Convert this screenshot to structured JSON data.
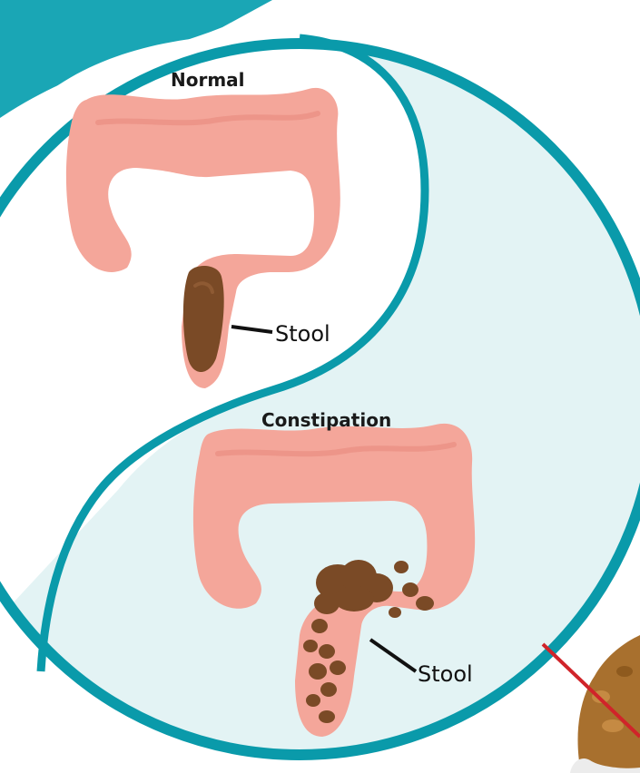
{
  "panels": {
    "normal": {
      "title": "Normal",
      "stool_label": "Stool"
    },
    "constipation": {
      "title": "Constipation",
      "stool_label": "Stool"
    }
  },
  "colors": {
    "frame_teal": "#0a9aaa",
    "top_band_teal": "#1aa6b5",
    "light_panel": "#e3f3f4",
    "colon": "#f4a69a",
    "colon_shadow": "#e98f82",
    "stool": "#7a4a26",
    "stool_light": "#8e5a33",
    "red_line": "#d0242a",
    "food": "#a8702e"
  },
  "icons": [
    "colon-illustration",
    "stool-mass",
    "stool-pellets",
    "food-bowl"
  ]
}
